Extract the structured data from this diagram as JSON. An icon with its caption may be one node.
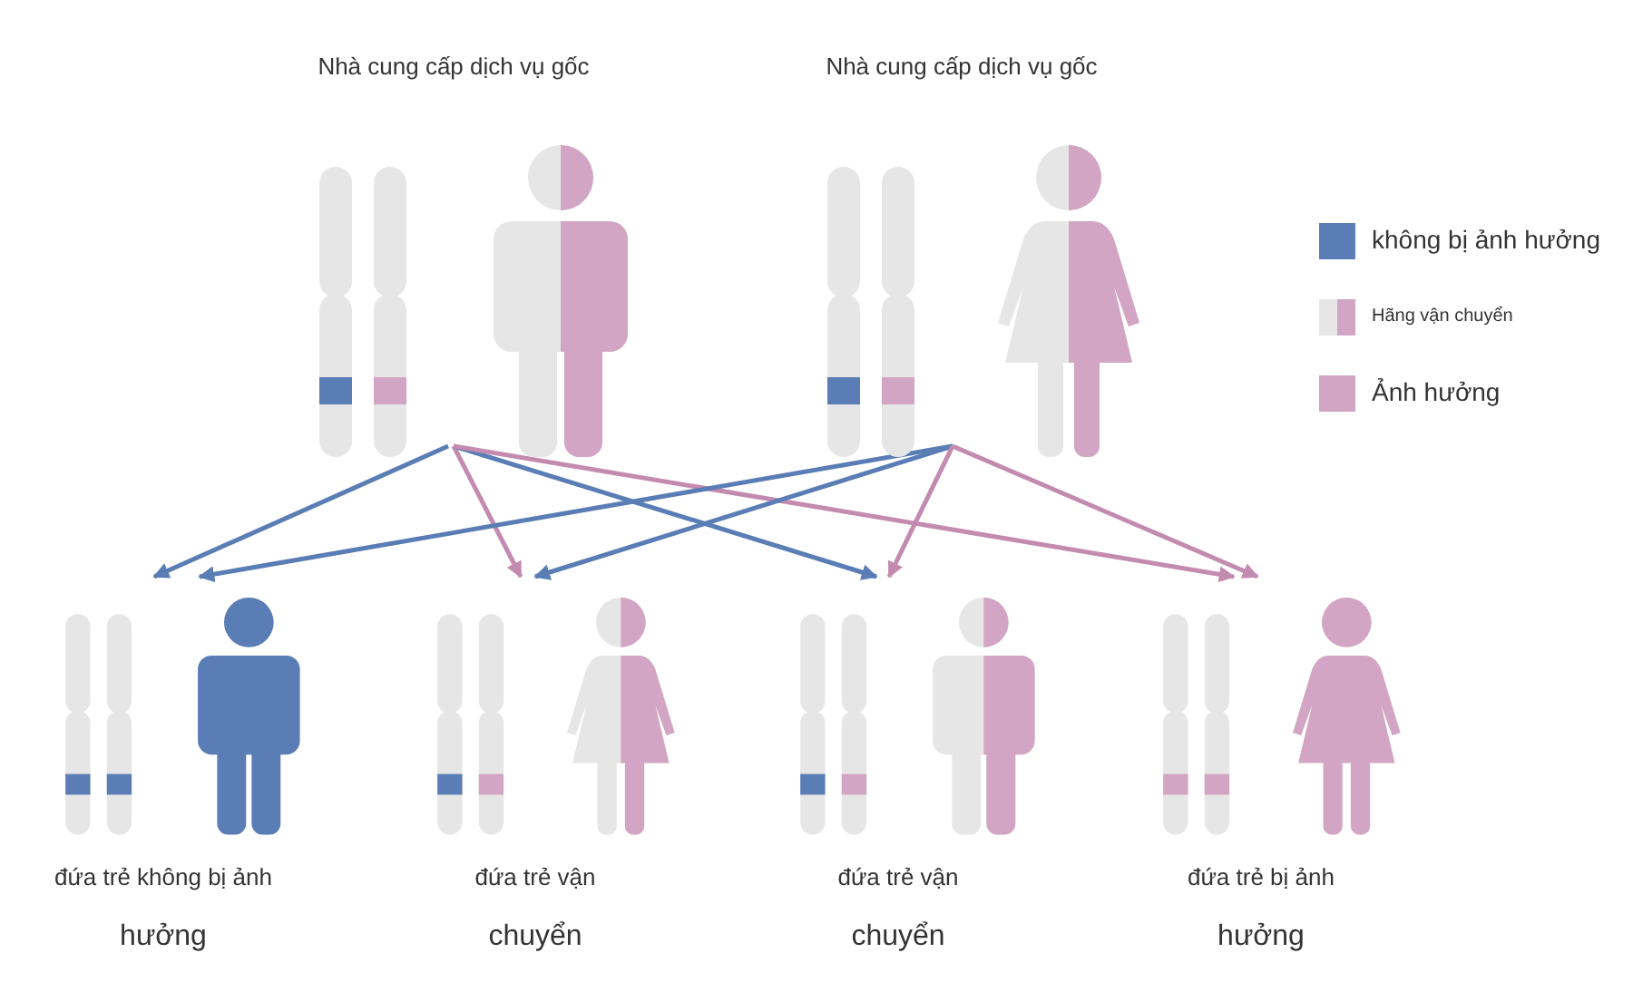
{
  "diagram": {
    "nodes": [
      {
        "text": [
          "Nhà cung cấp dịch vụ gốc"
        ]
      },
      {
        "text": [
          "Nhà cung cấp dịch vụ gốc"
        ]
      },
      {
        "text": [
          "đứa trẻ không bị ảnh",
          "hưởng"
        ]
      },
      {
        "text": [
          "đứa trẻ vận",
          "chuyển"
        ]
      },
      {
        "text": [
          "đứa trẻ vận",
          "chuyển"
        ]
      },
      {
        "text": [
          "đứa trẻ bị ảnh",
          "hưởng"
        ]
      }
    ],
    "edges": [
      {
        "from": 0,
        "to": 2,
        "arrow": "to",
        "color": "#5a7db5"
      },
      {
        "from": 0,
        "to": 3,
        "arrow": "to",
        "color": "#c48bb0"
      },
      {
        "from": 0,
        "to": 4,
        "arrow": "to",
        "color": "#5a7db5"
      },
      {
        "from": 0,
        "to": 5,
        "arrow": "to",
        "color": "#c48bb0"
      },
      {
        "from": 1,
        "to": 2,
        "arrow": "to",
        "color": "#5a7db5"
      },
      {
        "from": 1,
        "to": 3,
        "arrow": "to",
        "color": "#5a7db5"
      },
      {
        "from": 1,
        "to": 4,
        "arrow": "to",
        "color": "#c48bb0"
      },
      {
        "from": 1,
        "to": 5,
        "arrow": "to",
        "color": "#c48bb0"
      }
    ],
    "legend": [
      {
        "text": "không bị ảnh hưởng",
        "color": "#5a7db5"
      },
      {
        "text": "Hãng vận chuyển"
      },
      {
        "text": "Ảnh hưởng",
        "color": "#d3a5c4"
      }
    ]
  }
}
